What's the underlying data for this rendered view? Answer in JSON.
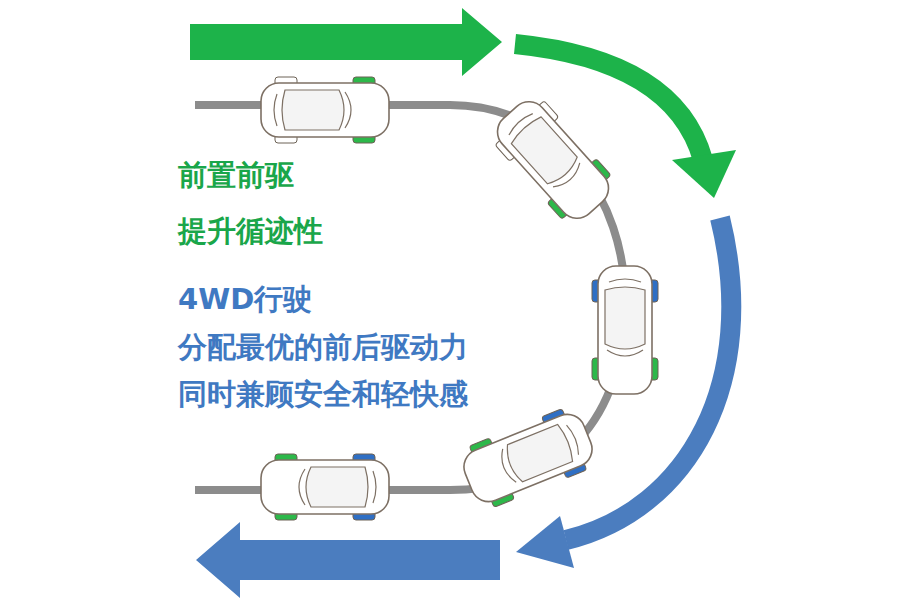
{
  "diagram": {
    "labels": [
      "前置前驱",
      "提升循迹性",
      "4WD行驶",
      "分配最优的前后驱动力",
      "同时兼顾安全和轻快感"
    ]
  }
}
